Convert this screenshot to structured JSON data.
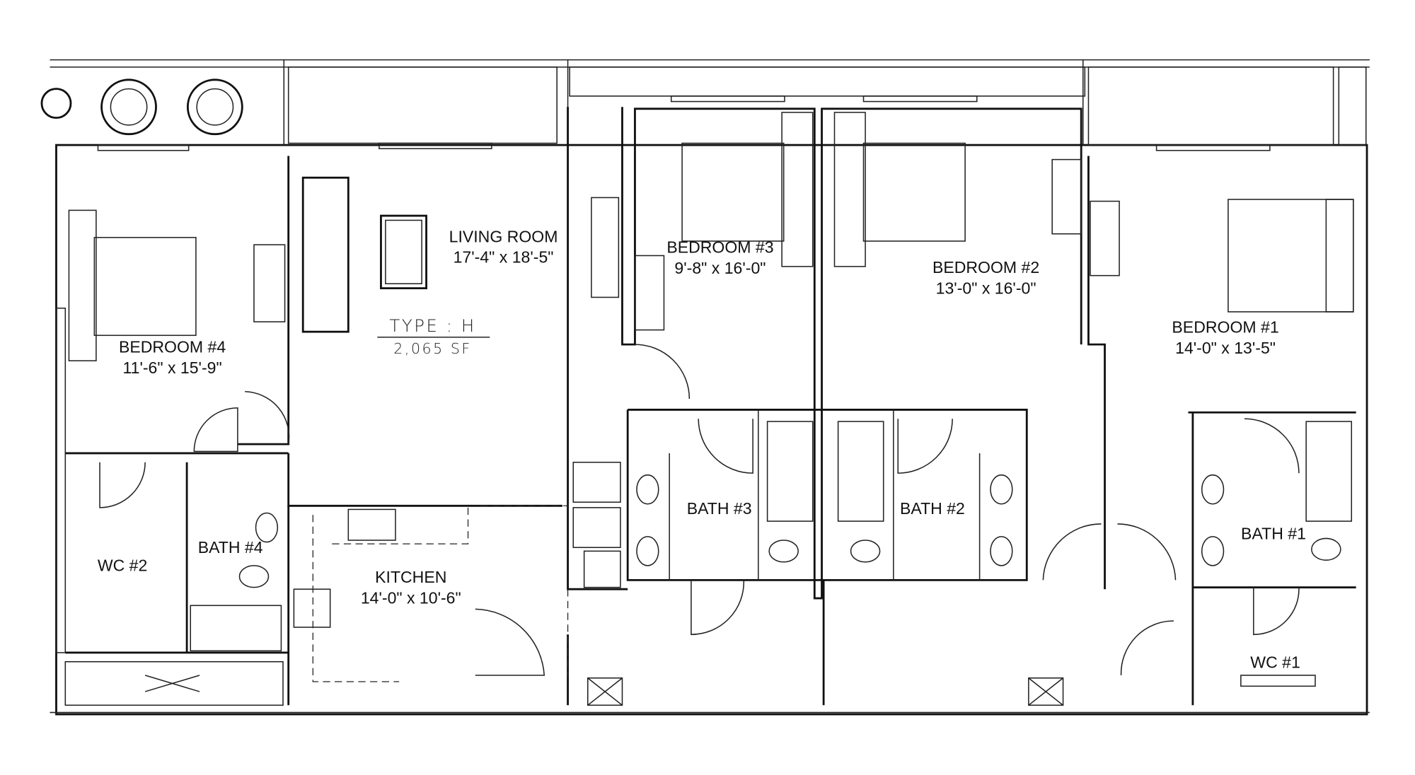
{
  "plan": {
    "type_label": "TYPE  :  H",
    "area": "2,065 SF"
  },
  "rooms": [
    {
      "name": "LIVING ROOM",
      "size": "17'-4\" x 18'-5\""
    },
    {
      "name": "BEDROOM #3",
      "size": "9'-8\" x 16'-0\""
    },
    {
      "name": "BEDROOM #2",
      "size": "13'-0\" x 16'-0\""
    },
    {
      "name": "BEDROOM #1",
      "size": "14'-0\" x 13'-5\""
    },
    {
      "name": "BEDROOM #4",
      "size": "11'-6\" x 15'-9\""
    },
    {
      "name": "KITCHEN",
      "size": "14'-0\" x 10'-6\""
    },
    {
      "name": "BATH #3"
    },
    {
      "name": "BATH #2"
    },
    {
      "name": "BATH #1"
    },
    {
      "name": "BATH #4"
    },
    {
      "name": "WC #2"
    },
    {
      "name": "WC #1"
    }
  ]
}
